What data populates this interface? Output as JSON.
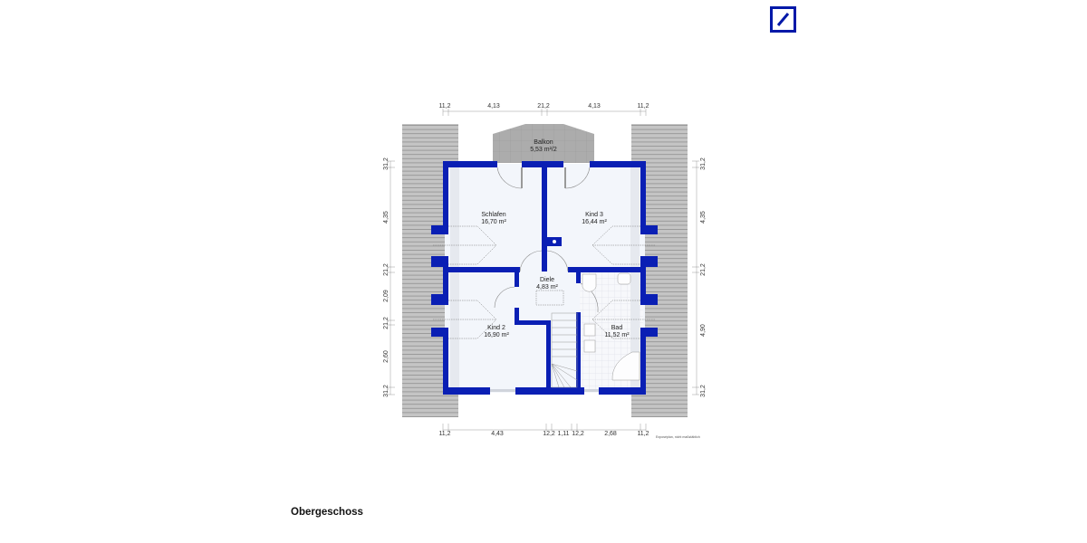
{
  "logo": {
    "icon": "deutsche-bank-logo-icon",
    "color": "#0018a8"
  },
  "floor_title": "Obergeschoss",
  "footnote": "Exposéplan, nicht maßstäblich",
  "colors": {
    "wall": "#0a1fb4",
    "roof": "#b9b9b9",
    "floor": "#f3f6fb",
    "balcony": "#a9a9a9"
  },
  "rooms": [
    {
      "name": "Balkon",
      "area": "5,53 m²/2"
    },
    {
      "name": "Schlafen",
      "area": "16,70 m²"
    },
    {
      "name": "Kind 3",
      "area": "16,44 m²"
    },
    {
      "name": "Diele",
      "area": "4,83 m²"
    },
    {
      "name": "Kind 2",
      "area": "16,90 m²"
    },
    {
      "name": "Bad",
      "area": "11,52 m²"
    }
  ],
  "dimensions": {
    "top": [
      "11,2",
      "4,13",
      "21,2",
      "4,13",
      "11,2"
    ],
    "bottom": [
      "11,2",
      "4,43",
      "12,2",
      "1,11",
      "12,2",
      "2,68",
      "11,2"
    ],
    "left": [
      "31,2",
      "4,35",
      "21,2",
      "2,09",
      "21,2",
      "2,60",
      "31,2"
    ],
    "right": [
      "31,2",
      "4,35",
      "21,2",
      "4,90",
      "31,2"
    ]
  }
}
